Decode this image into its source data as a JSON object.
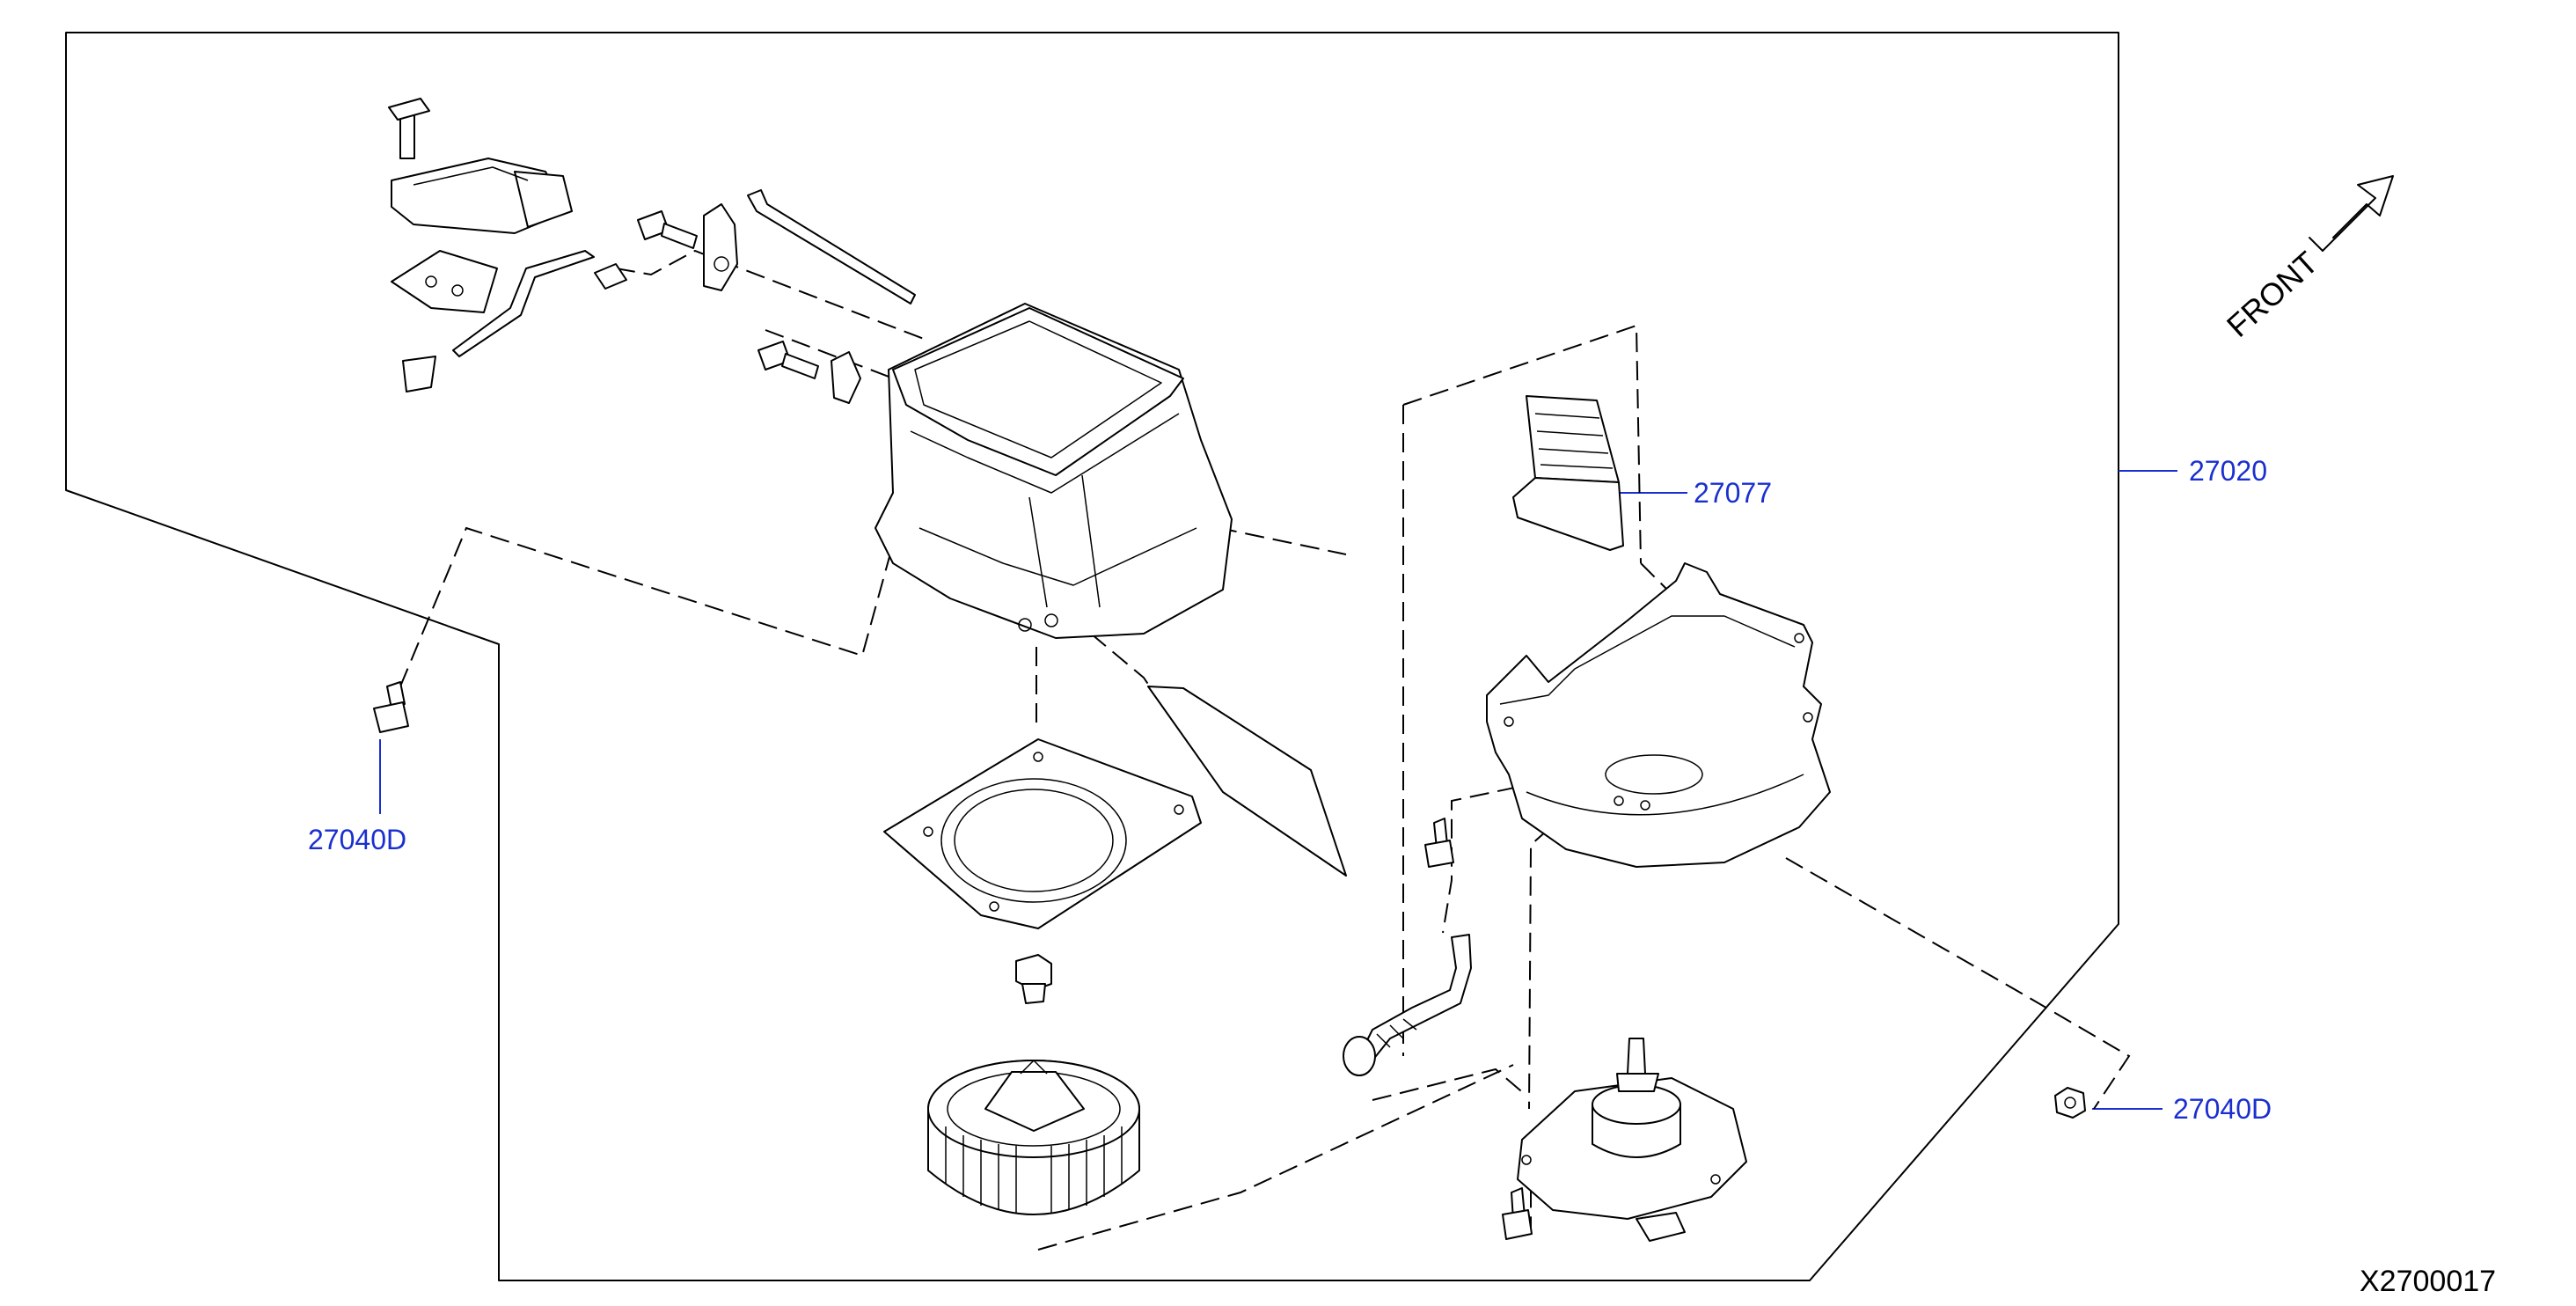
{
  "diagram": {
    "labels": {
      "blower_assembly": "27020",
      "air_filter": "27077",
      "bolt_left": "27040D",
      "nut_right": "27040D"
    },
    "front_label": "FRONT",
    "reference_code": "X2700017",
    "colors": {
      "label": "#1a2fd0",
      "line": "#000000",
      "background": "#ffffff"
    },
    "icons": [
      "front-arrow-icon"
    ]
  }
}
